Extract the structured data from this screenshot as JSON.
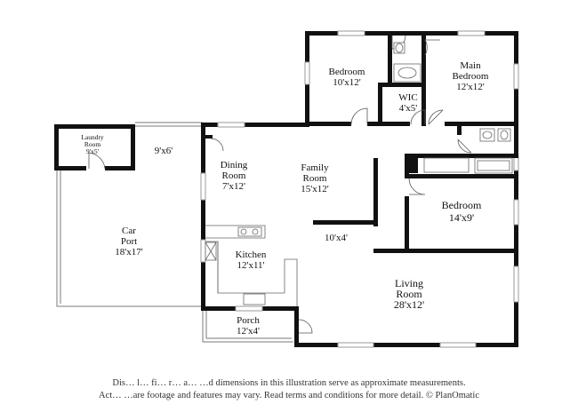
{
  "rooms": {
    "bedroom_top": {
      "name": "Bedroom",
      "dims": "10'x12'"
    },
    "main_bedroom": {
      "name1": "Main",
      "name2": "Bedroom",
      "dims": "12'x12'"
    },
    "wic": {
      "name": "WIC",
      "dims": "4'x5'"
    },
    "laundry": {
      "name1": "Laundry",
      "name2": "Room",
      "dims": "9'x5'"
    },
    "corridor": {
      "dims": "9'x6'"
    },
    "dining": {
      "name1": "Dining",
      "name2": "Room",
      "dims": "7'x12'"
    },
    "family": {
      "name1": "Family",
      "name2": "Room",
      "dims": "15'x12'"
    },
    "bedroom_right": {
      "name": "Bedroom",
      "dims": "14'x9'"
    },
    "carport": {
      "name1": "Car",
      "name2": "Port",
      "dims": "18'x17'"
    },
    "hall": {
      "dims": "10'x4'"
    },
    "kitchen": {
      "name": "Kitchen",
      "dims": "12'x11'"
    },
    "living": {
      "name1": "Living",
      "name2": "Room",
      "dims": "28'x12'"
    },
    "porch": {
      "name": "Porch",
      "dims": "12'x4'"
    }
  },
  "disclaimer": {
    "line1": "Dis… l… fi… r… a… …d dimensions in this illustration serve as approximate measurements.",
    "line2": "Act… …are footage and features may vary. Read terms and conditions for more detail. © PlanOmatic"
  }
}
